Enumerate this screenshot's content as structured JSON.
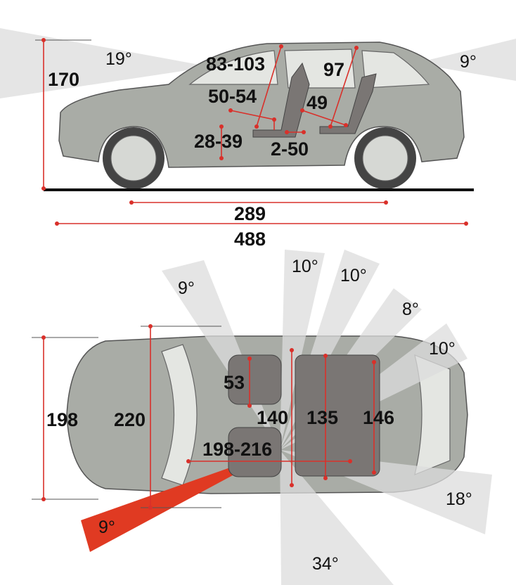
{
  "side_view": {
    "height": "170",
    "approach_angle": "19°",
    "front_headroom": "83-103",
    "rear_headroom": "97",
    "departure_angle": "9°",
    "front_seat_depth": "50-54",
    "rear_seat_depth": "49",
    "front_seat_height": "28-39",
    "legroom_gap": "2-50",
    "wheelbase": "289",
    "length": "488"
  },
  "top_view": {
    "angles": [
      "9°",
      "10°",
      "10°",
      "8°",
      "10°",
      "18°",
      "34°"
    ],
    "blind_spot_angle": "9°",
    "width": "198",
    "width_with_mirrors": "220",
    "seat_width": "53",
    "front_shoulder_width": "140",
    "rear_shoulder_width": "135",
    "rear_width": "146",
    "eye_to_mirror": "198-216"
  },
  "colors": {
    "dimension_line": "#d9302a",
    "blind_spot": "#e03a22",
    "car_body": "#a9aca6"
  }
}
